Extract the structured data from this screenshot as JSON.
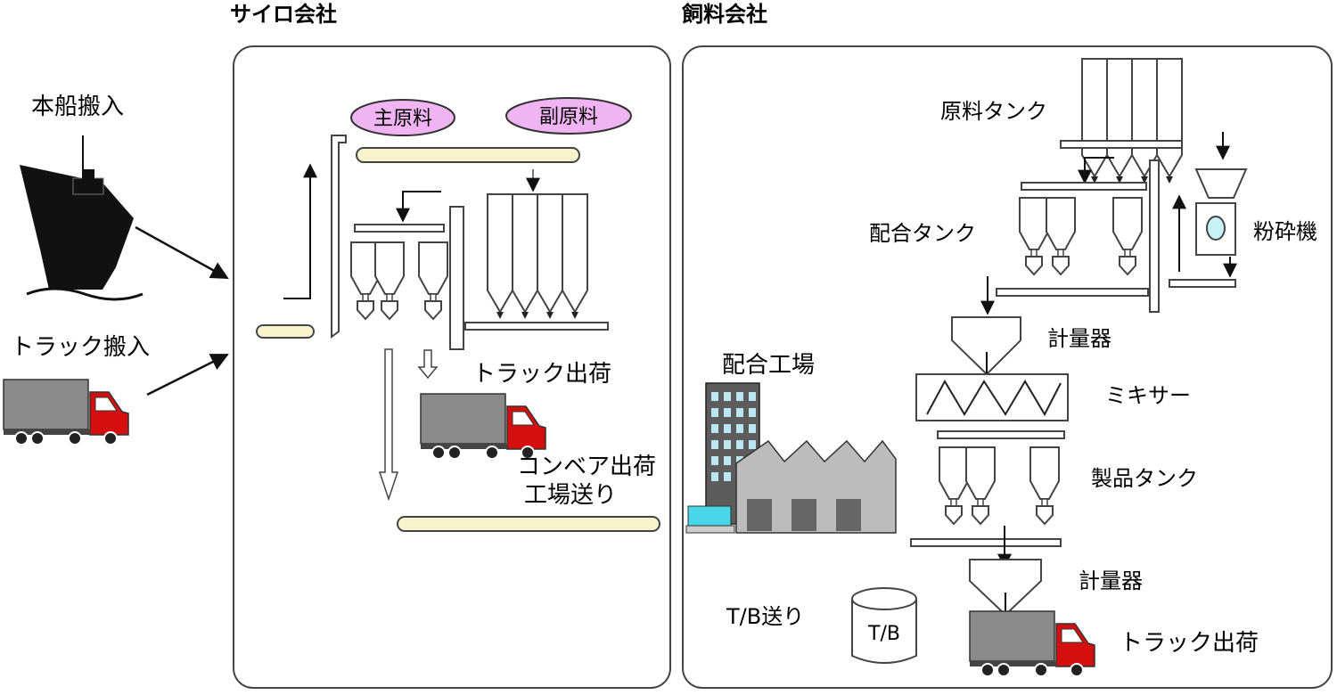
{
  "sections": {
    "silo_title": "サイロ会社",
    "feed_title": "飼料会社"
  },
  "left": {
    "ship_inbound": "本船搬入",
    "truck_inbound": "トラック搬入"
  },
  "silo": {
    "main_material": "主原料",
    "sub_material": "副原料",
    "truck_shipping": "トラック出荷",
    "conveyor_shipping": "コンベア出荷",
    "factory_send": "工場送り"
  },
  "feed": {
    "material_tank": "原料タンク",
    "blend_tank": "配合タンク",
    "crusher": "粉砕機",
    "scale_1": "計量器",
    "mixer": "ミキサー",
    "product_tank": "製品タンク",
    "scale_2": "計量器",
    "tb_send": "T/B送り",
    "tb_label": "T/B",
    "truck_shipping": "トラック出荷",
    "blend_factory": "配合工場"
  },
  "colors": {
    "pill_fill": "#f0b4f2",
    "truck_cab": "#d50f0f",
    "truck_cargo": "#8a8a8a",
    "conveyor_fill": "#f6f2cc"
  }
}
